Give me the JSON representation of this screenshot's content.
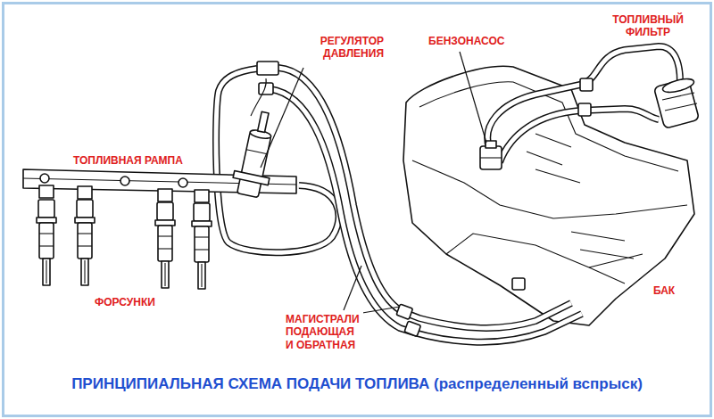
{
  "diagram": {
    "caption": "ПРИНЦИПИАЛЬНАЯ СХЕМА ПОДАЧИ ТОПЛИВА (распределенный вспрыск)",
    "labels": [
      "РЕГУЛЯТОР ДАВЛЕНИЯ",
      "БЕНЗОНАСОС",
      "ТОПЛИВНЫЙ ФИЛЬТР",
      "ТОПЛИВНАЯ РАМПА",
      "БАК",
      "ФОРСУНКИ",
      "МАГИСТРАЛИ ПОДАЮЩАЯ И ОБРАТНАЯ"
    ]
  }
}
